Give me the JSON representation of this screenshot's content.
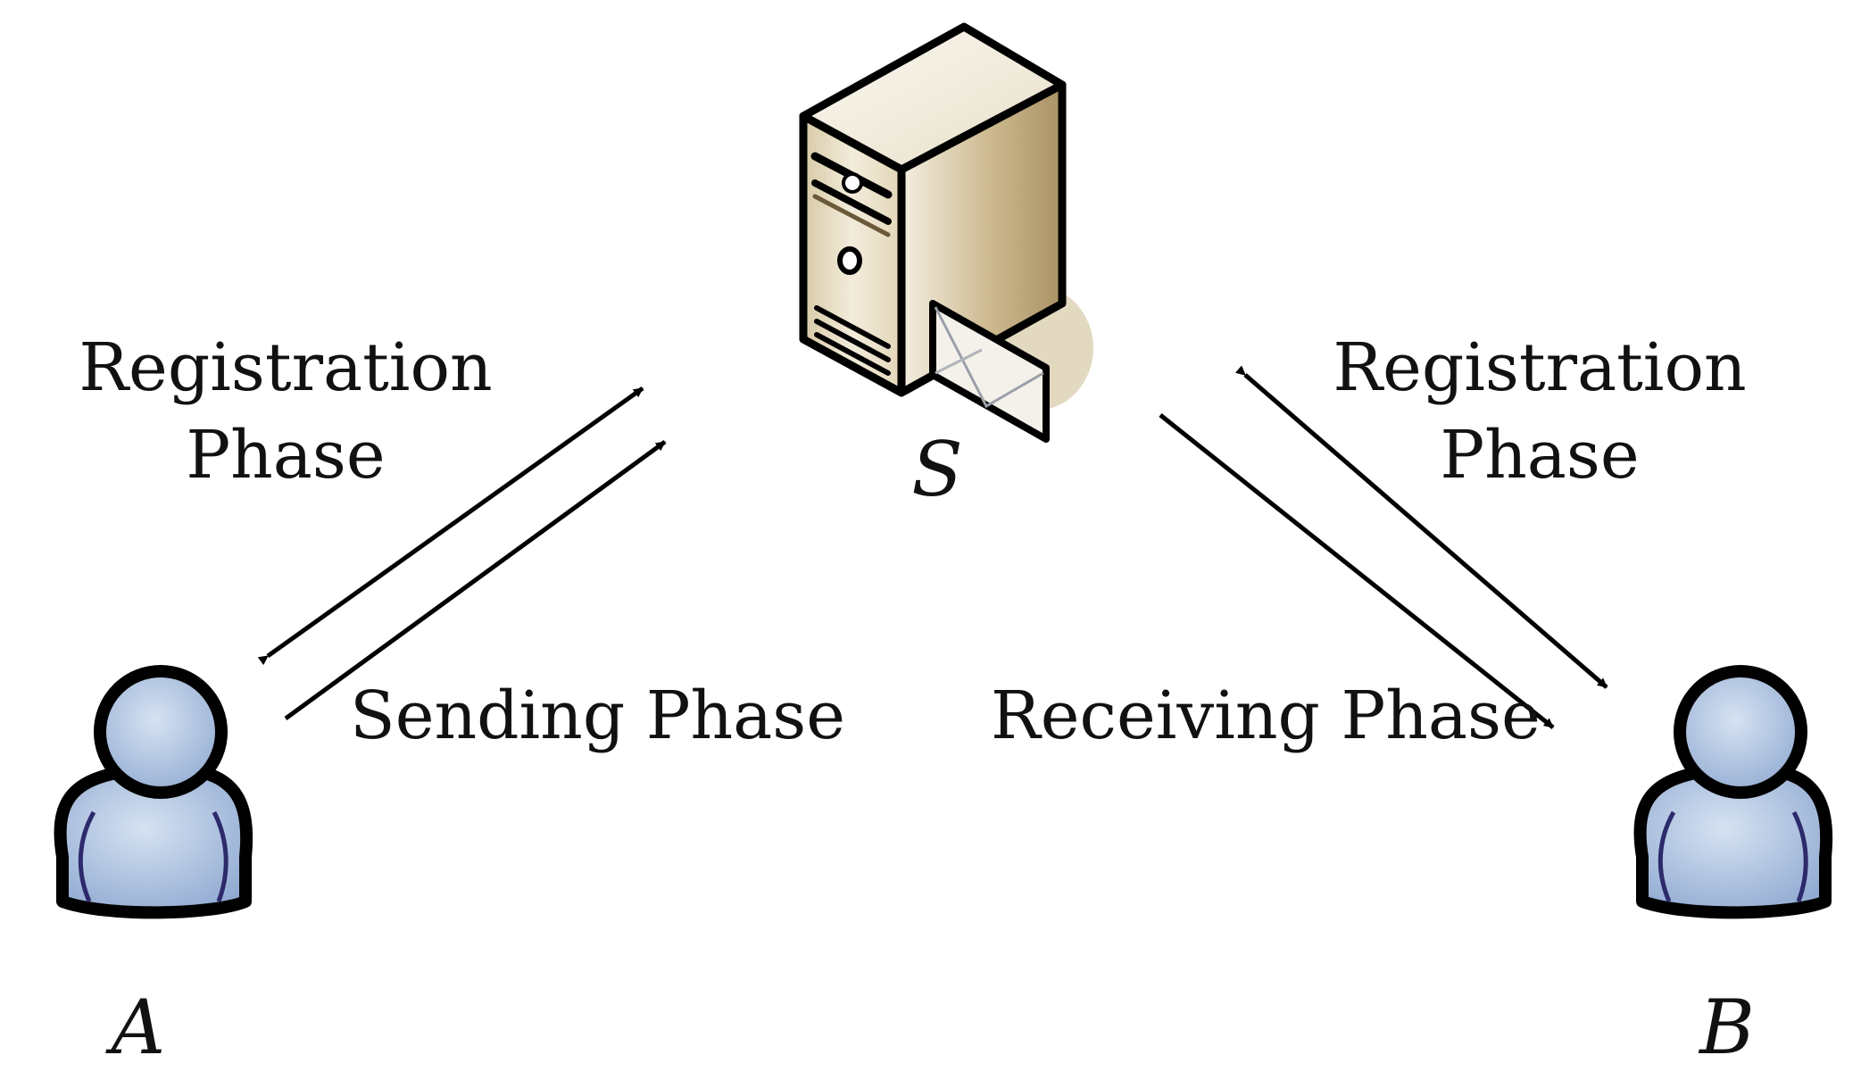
{
  "nodes": {
    "server": {
      "label": "S",
      "icon": "server-with-mail-icon"
    },
    "user_a": {
      "label": "A",
      "icon": "user-icon"
    },
    "user_b": {
      "label": "B",
      "icon": "user-icon"
    }
  },
  "labels": {
    "left_registration_line1": "Registration",
    "left_registration_line2": "Phase",
    "right_registration_line1": "Registration",
    "right_registration_line2": "Phase",
    "sending": "Sending Phase",
    "receiving": "Receiving Phase"
  },
  "colors": {
    "user_fill": "#a9c0e0",
    "user_stroke": "#2d2a6b",
    "server_front": "#e9e0cc",
    "server_side": "#b9a57f",
    "arrow": "#000000"
  }
}
